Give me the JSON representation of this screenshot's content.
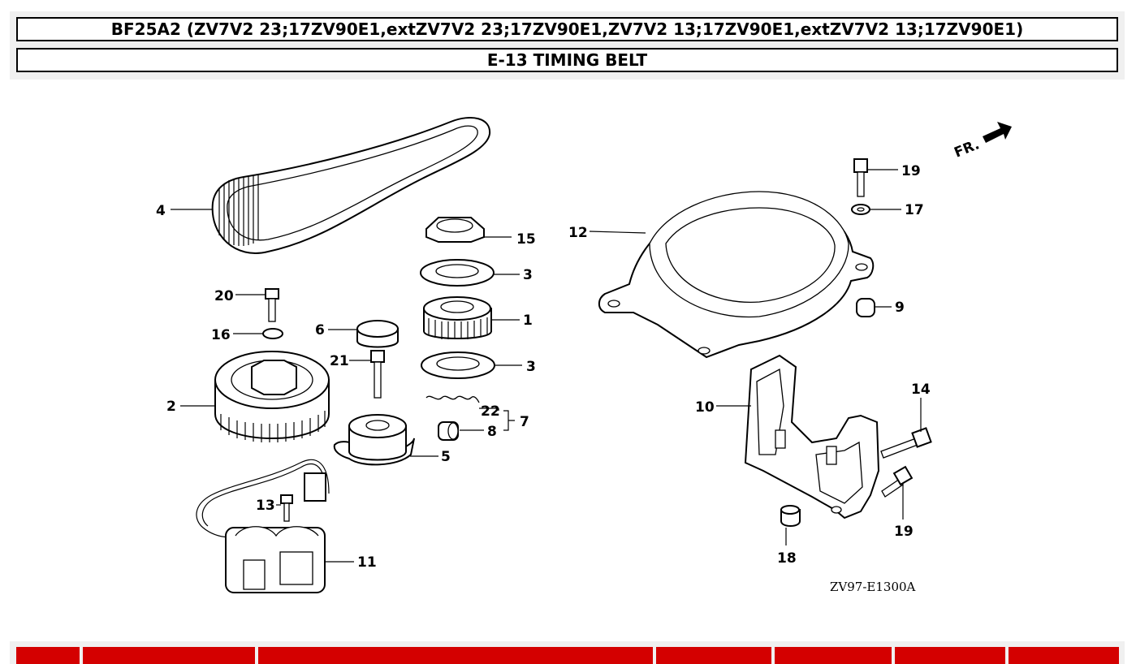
{
  "header": {
    "model_title": "BF25A2 (ZV7V2 23;17ZV90E1,extZV7V2 23;17ZV90E1,ZV7V2 13;17ZV90E1,extZV7V2 13;17ZV90E1)",
    "section_title": "E-13 TIMING BELT"
  },
  "diagram": {
    "drawing_code": "ZV97-E1300A",
    "front_indicator": "FR.",
    "callouts": [
      {
        "id": "c1",
        "label": "1"
      },
      {
        "id": "c2",
        "label": "2"
      },
      {
        "id": "c3a",
        "label": "3"
      },
      {
        "id": "c3b",
        "label": "3"
      },
      {
        "id": "c4",
        "label": "4"
      },
      {
        "id": "c5",
        "label": "5"
      },
      {
        "id": "c6",
        "label": "6"
      },
      {
        "id": "c7",
        "label": "7"
      },
      {
        "id": "c8",
        "label": "8"
      },
      {
        "id": "c9",
        "label": "9"
      },
      {
        "id": "c10",
        "label": "10"
      },
      {
        "id": "c11",
        "label": "11"
      },
      {
        "id": "c12",
        "label": "12"
      },
      {
        "id": "c13",
        "label": "13"
      },
      {
        "id": "c14",
        "label": "14"
      },
      {
        "id": "c15",
        "label": "15"
      },
      {
        "id": "c16",
        "label": "16"
      },
      {
        "id": "c17",
        "label": "17"
      },
      {
        "id": "c18",
        "label": "18"
      },
      {
        "id": "c19a",
        "label": "19"
      },
      {
        "id": "c19b",
        "label": "19"
      },
      {
        "id": "c20",
        "label": "20"
      },
      {
        "id": "c21",
        "label": "21"
      },
      {
        "id": "c22",
        "label": "22"
      }
    ]
  },
  "colors": {
    "table_header_red": "#d40000",
    "panel_gray": "#f0f0f0"
  }
}
